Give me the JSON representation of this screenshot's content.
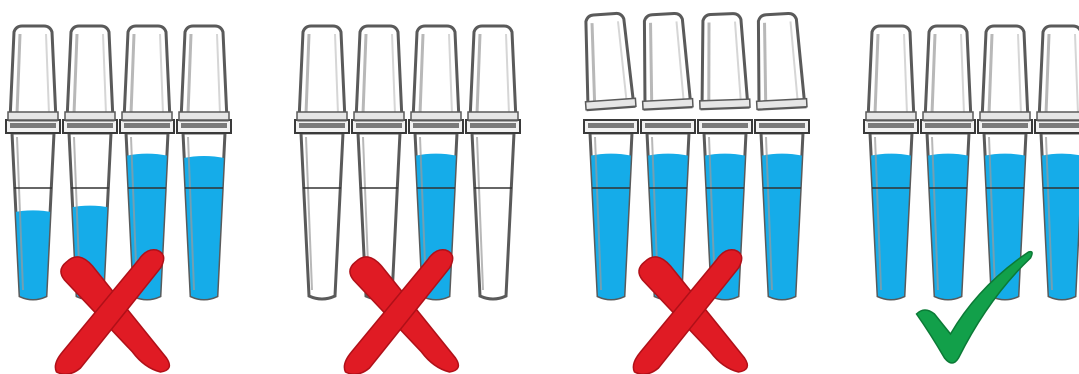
{
  "colors": {
    "liquid": "#15ace9",
    "tube_outline": "#5a5a5a",
    "cross": "#e01b24",
    "cross_edge": "#b01018",
    "check": "#12a04a",
    "check_edge": "#0b7a36"
  },
  "groups": [
    {
      "name": "uneven-volumes",
      "verdict": "incorrect",
      "verdict_icon": "cross-mark-icon",
      "caps_tilted": false,
      "tube_fill_levels": [
        0.38,
        0.4,
        0.62,
        0.61
      ]
    },
    {
      "name": "missing-liquid",
      "verdict": "incorrect",
      "verdict_icon": "cross-mark-icon",
      "caps_tilted": false,
      "tube_fill_levels": [
        0.0,
        0.0,
        0.62,
        0.0
      ]
    },
    {
      "name": "caps-not-closed",
      "verdict": "incorrect",
      "verdict_icon": "cross-mark-icon",
      "caps_tilted": true,
      "tube_fill_levels": [
        0.62,
        0.62,
        0.62,
        0.62
      ]
    },
    {
      "name": "correct-setup",
      "verdict": "correct",
      "verdict_icon": "check-mark-icon",
      "caps_tilted": false,
      "tube_fill_levels": [
        0.62,
        0.62,
        0.62,
        0.62
      ]
    }
  ]
}
